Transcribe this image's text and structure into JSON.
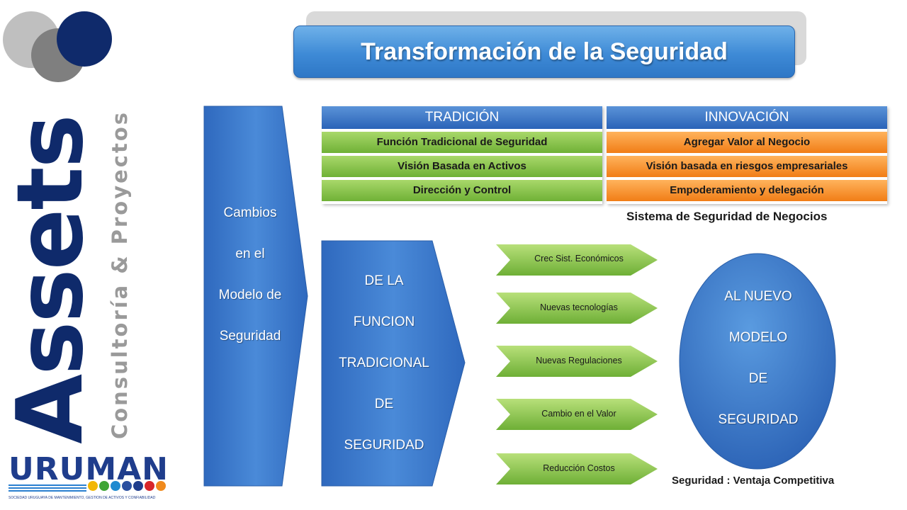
{
  "logo": {
    "brand": "Assets",
    "tagline": "Consultoría  &  Proyectos",
    "partner": "URUMAN",
    "partner_caption": "SOCIEDAD URUGUAYA DE MANTENIMIENTO, GESTIÓN DE ACTIVOS Y CONFIABILIDAD"
  },
  "title": "Transformación de la Seguridad",
  "tradition": {
    "header": "TRADICIÓN",
    "rows": [
      "Función Tradicional de Seguridad",
      "Visión Basada en Activos",
      "Dirección y Control"
    ]
  },
  "innovation": {
    "header": "INNOVACIÓN",
    "rows": [
      "Agregar Valor al Negocio",
      "Visión basada en riesgos empresariales",
      "Empoderamiento y delegación"
    ],
    "caption": "Sistema de Seguridad de Negocios"
  },
  "diagram": {
    "left_arrow_lines": [
      "Cambios",
      "en el",
      "Modelo de",
      "Seguridad"
    ],
    "mid_arrow_lines": [
      "DE LA",
      "FUNCION",
      "TRADICIONAL",
      "DE",
      "SEGURIDAD"
    ],
    "drivers": [
      "Crec Sist. Económicos",
      "Nuevas tecnologías",
      "Nuevas Regulaciones",
      "Cambio en el Valor",
      "Reducción Costos"
    ],
    "oval_lines": [
      "AL NUEVO",
      "MODELO",
      "DE",
      "SEGURIDAD"
    ],
    "bottom_caption": "Seguridad : Ventaja Competitiva"
  },
  "colors": {
    "navy": "#0f2a6b",
    "blue": "#3f7fcf",
    "green": "#8cc84b",
    "orange": "#f58220",
    "gray": "#9a9a9a"
  }
}
